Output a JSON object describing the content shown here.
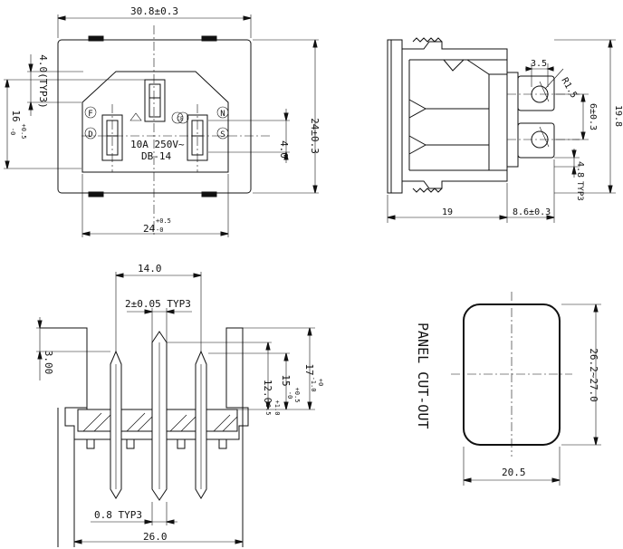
{
  "front_view": {
    "width_dim": "30.8±0.3",
    "height_dim": "24±0.3",
    "typ_dim_top": "4.0(TYP3)",
    "left_dim_value": "16",
    "left_dim_tol_upper": "+0.5",
    "left_dim_tol_lower": "-0",
    "right_dim": "4.0",
    "bottom_dim_value": "24",
    "bottom_dim_tol_upper": "+0.5",
    "bottom_dim_tol_lower": "-0",
    "rating_text": "10A 250V~",
    "model_text": "DB-14",
    "mark_f": "F",
    "mark_d": "D",
    "mark_n": "N",
    "mark_s": "S",
    "mark_ce": "CE"
  },
  "side_view": {
    "dim_3_5": "3.5",
    "dim_r1_5": "R1.5",
    "dim_6": "6±0.3",
    "dim_19_8": "19.8",
    "dim_4_8": "4.8",
    "dim_typ3": "TYP3",
    "dim_19": "19",
    "dim_8_6": "8.6±0.3"
  },
  "bottom_view": {
    "dim_14": "14.0",
    "dim_pin": "2±0.05 TYP3",
    "dim_3": "3.00",
    "dim_12_value": "12.0",
    "dim_12_tol_upper": "+1.0",
    "dim_12_tol_lower": "-0.5",
    "dim_15_value": "15",
    "dim_15_tol_upper": "+0.5",
    "dim_15_tol_lower": "-0",
    "dim_17_value": "17",
    "dim_17_tol_upper": "+0",
    "dim_17_tol_lower": "-1.0",
    "dim_0_8": "0.8 TYP3",
    "dim_26": "26.0"
  },
  "panel_cutout": {
    "label": "PANEL CUT-OUT",
    "height_dim": "26.2~27.0",
    "width_dim": "20.5"
  }
}
